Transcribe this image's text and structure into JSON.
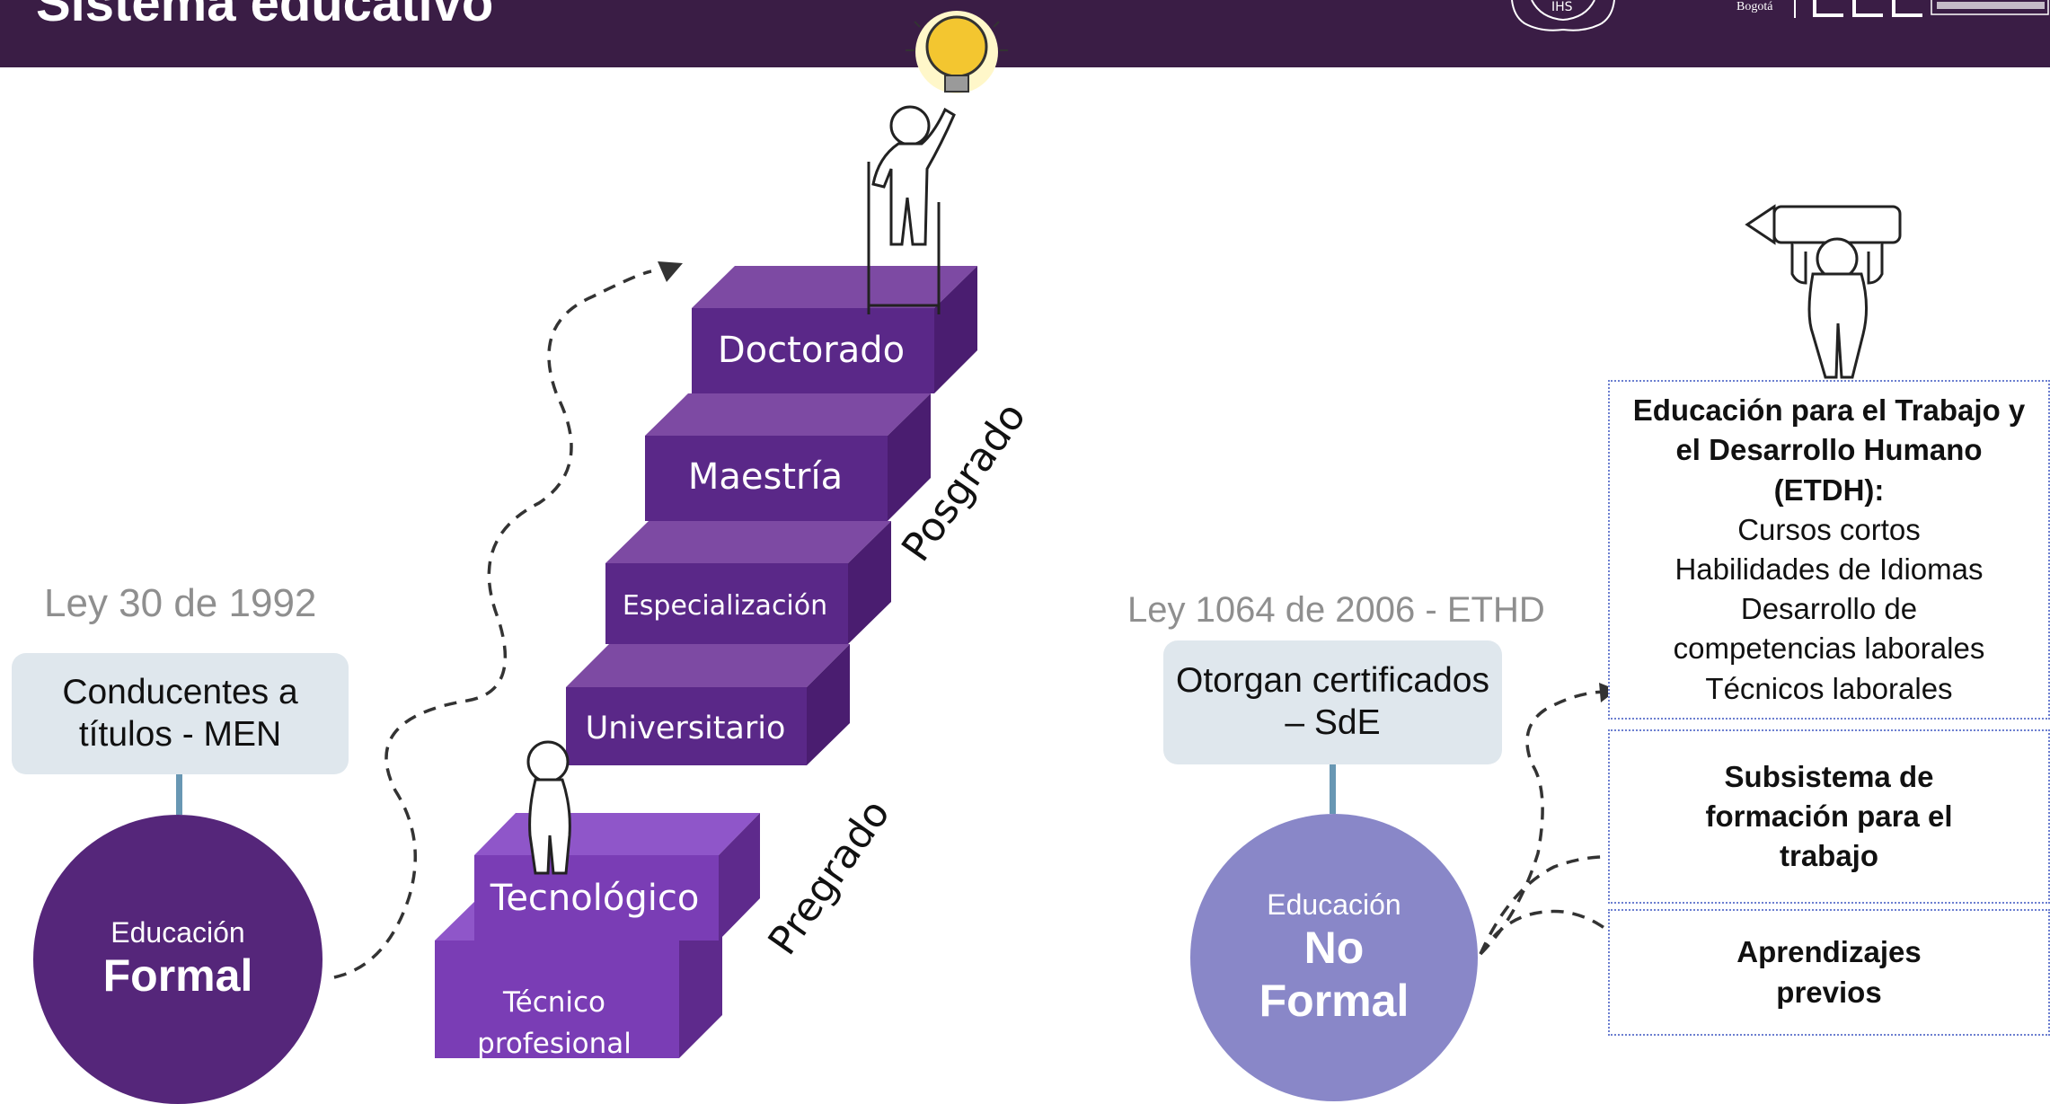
{
  "header": {
    "title": "Sistema educativo",
    "city": "Bogotá"
  },
  "formal": {
    "ley": "Ley 30 de 1992",
    "box": "Conducentes a títulos - MEN",
    "circle_small": "Educación",
    "circle_big": "Formal"
  },
  "steps": {
    "tecnico_line1": "Técnico",
    "tecnico_line2": "profesional",
    "tecnologico": "Tecnológico",
    "universitario": "Universitario",
    "especializacion": "Especialización",
    "maestria": "Maestría",
    "doctorado": "Doctorado",
    "pregrado": "Pregrado",
    "posgrado": "Posgrado"
  },
  "noformal": {
    "ley": "Ley 1064 de 2006 - ETHD",
    "box": "Otorgan certificados – SdE",
    "circle_small": "Educación",
    "circle_big1": "No",
    "circle_big2": "Formal"
  },
  "boxes": {
    "etdh_title": "Educación para el Trabajo y el Desarrollo Humano (ETDH):",
    "etdh_items": [
      "Cursos cortos",
      "Habilidades de Idiomas",
      "Desarrollo de competencias laborales",
      "Técnicos laborales"
    ],
    "subsistema": "Subsistema de formación para el trabajo",
    "aprendizajes": "Aprendizajes previos"
  },
  "colors": {
    "header": "#3a1d45",
    "formal_circle": "#55267a",
    "noformal_circle": "#8987c8",
    "step_dark": "#54217e",
    "step_light": "#7d3fb8",
    "box_bg": "#dfe7ed",
    "connector": "#6897b3"
  }
}
